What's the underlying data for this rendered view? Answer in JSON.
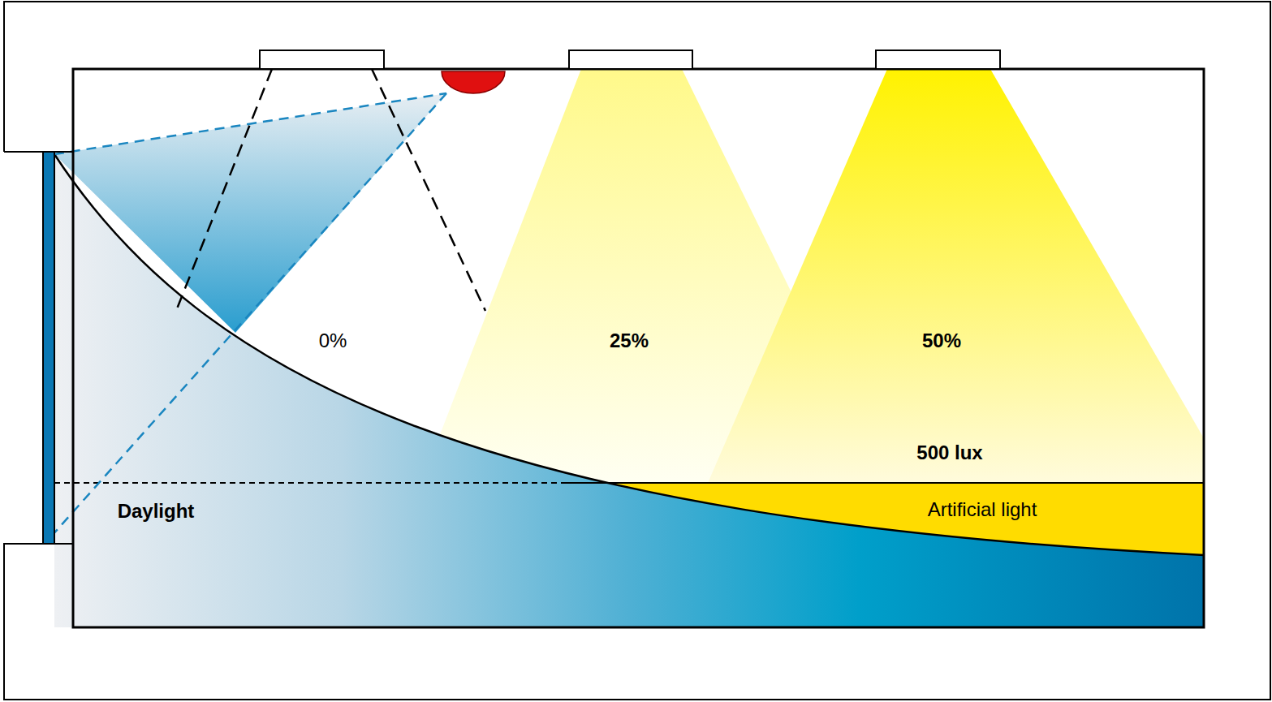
{
  "diagram": {
    "labels": [
      "0%",
      "25%",
      "50%",
      "500 lux",
      "Daylight",
      "Artificial light"
    ]
  }
}
